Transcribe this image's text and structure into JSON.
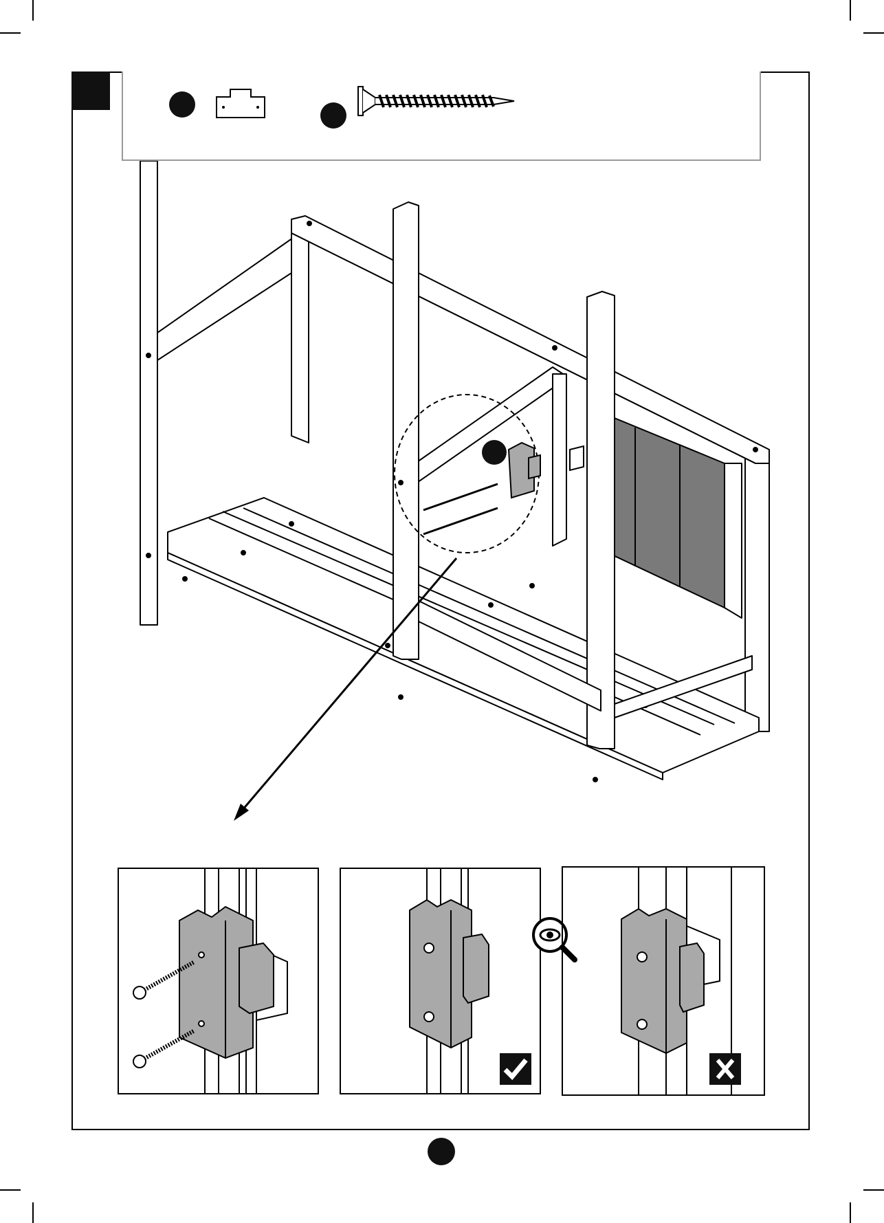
{
  "page": {
    "step_marker_color": "#111111",
    "page_number_marker_color": "#111111"
  },
  "parts_panel": {
    "parts": [
      {
        "icon": "latch-bracket-icon",
        "callout_color": "#111111"
      },
      {
        "icon": "screw-icon",
        "callout_color": "#111111"
      }
    ]
  },
  "main_illustration": {
    "subject": "bench-frame",
    "panel_fill": "#7a7a7a",
    "highlight_callout": "dashed-circle"
  },
  "detail_panels": [
    {
      "view": "install",
      "badge_icon": null
    },
    {
      "view": "correct",
      "badge_icon": "checkmark-icon"
    },
    {
      "view": "incorrect",
      "badge_icon": "cross-icon",
      "inspect_icon": "magnifier-eye-icon"
    }
  ],
  "colors": {
    "ink": "#000000",
    "latch_fill": "#a9a9a9",
    "badge_fill": "#111111"
  }
}
